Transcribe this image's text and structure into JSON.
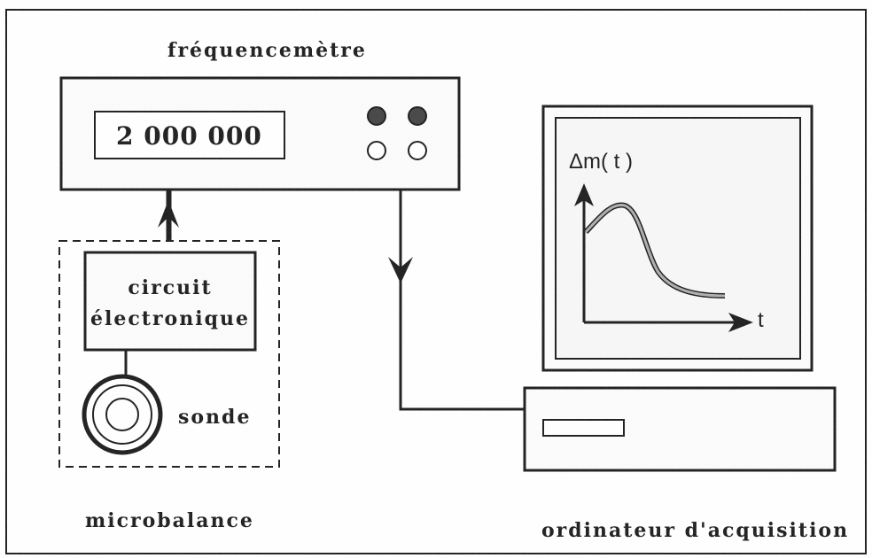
{
  "frequency_meter": {
    "title": "fréquencemètre",
    "display_value": "2 000 000",
    "buttons": [
      "filled",
      "filled",
      "empty",
      "empty"
    ]
  },
  "microbalance": {
    "label": "microbalance",
    "circuit_label_line1": "circuit",
    "circuit_label_line2": "électronique",
    "probe_label": "sonde"
  },
  "computer": {
    "label": "ordinateur d'acquisition",
    "screen_ylabel": "Δm( t )",
    "screen_xlabel": "t",
    "curve_color": "#a9a9a9"
  },
  "colors": {
    "ink": "#111111",
    "paper": "#ffffff",
    "monitor_bg": "#f6f6f6"
  }
}
